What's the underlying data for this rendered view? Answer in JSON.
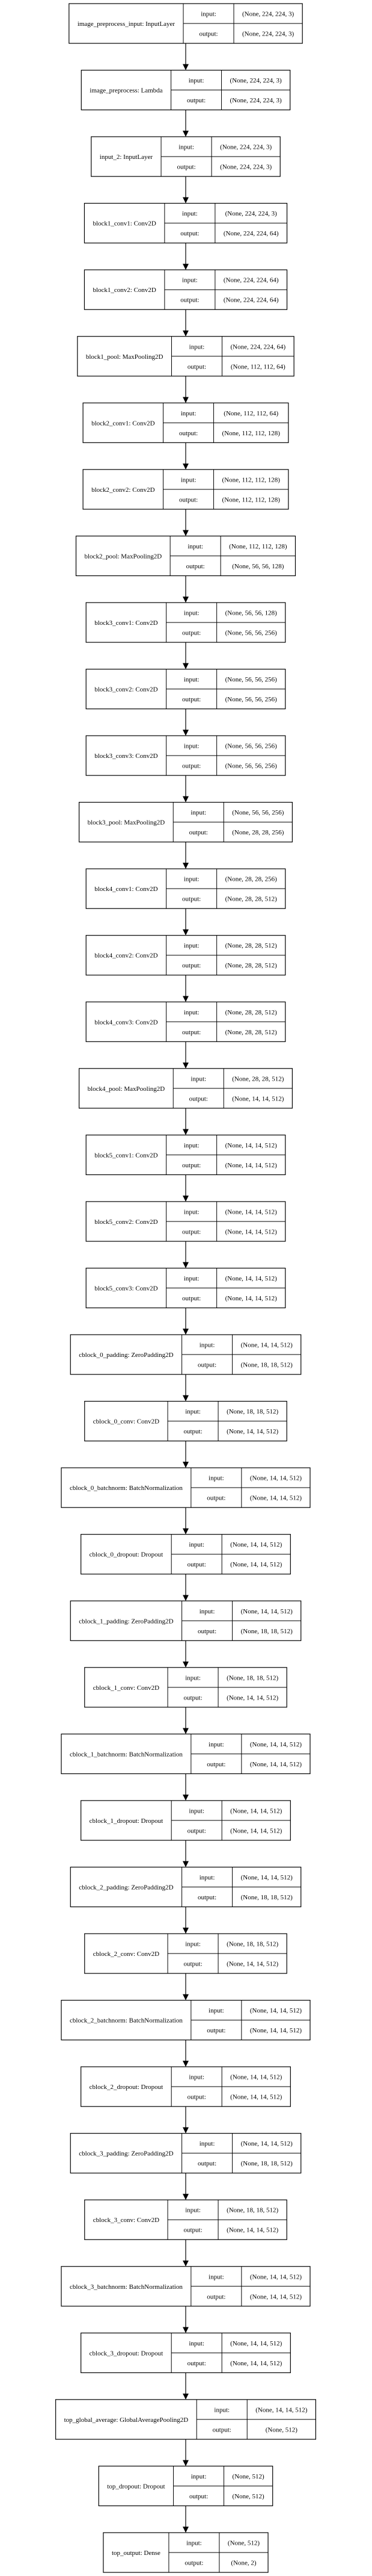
{
  "layers": [
    {
      "name": "image_preprocess_input: InputLayer",
      "in": "(None, 224, 224, 3)",
      "out": "(None, 224, 224, 3)"
    },
    {
      "name": "image_preprocess: Lambda",
      "in": "(None, 224, 224, 3)",
      "out": "(None, 224, 224, 3)"
    },
    {
      "name": "input_2: InputLayer",
      "in": "(None, 224, 224, 3)",
      "out": "(None, 224, 224, 3)"
    },
    {
      "name": "block1_conv1: Conv2D",
      "in": "(None, 224, 224, 3)",
      "out": "(None, 224, 224, 64)"
    },
    {
      "name": "block1_conv2: Conv2D",
      "in": "(None, 224, 224, 64)",
      "out": "(None, 224, 224, 64)"
    },
    {
      "name": "block1_pool: MaxPooling2D",
      "in": "(None, 224, 224, 64)",
      "out": "(None, 112, 112, 64)"
    },
    {
      "name": "block2_conv1: Conv2D",
      "in": "(None, 112, 112, 64)",
      "out": "(None, 112, 112, 128)"
    },
    {
      "name": "block2_conv2: Conv2D",
      "in": "(None, 112, 112, 128)",
      "out": "(None, 112, 112, 128)"
    },
    {
      "name": "block2_pool: MaxPooling2D",
      "in": "(None, 112, 112, 128)",
      "out": "(None, 56, 56, 128)"
    },
    {
      "name": "block3_conv1: Conv2D",
      "in": "(None, 56, 56, 128)",
      "out": "(None, 56, 56, 256)"
    },
    {
      "name": "block3_conv2: Conv2D",
      "in": "(None, 56, 56, 256)",
      "out": "(None, 56, 56, 256)"
    },
    {
      "name": "block3_conv3: Conv2D",
      "in": "(None, 56, 56, 256)",
      "out": "(None, 56, 56, 256)"
    },
    {
      "name": "block3_pool: MaxPooling2D",
      "in": "(None, 56, 56, 256)",
      "out": "(None, 28, 28, 256)"
    },
    {
      "name": "block4_conv1: Conv2D",
      "in": "(None, 28, 28, 256)",
      "out": "(None, 28, 28, 512)"
    },
    {
      "name": "block4_conv2: Conv2D",
      "in": "(None, 28, 28, 512)",
      "out": "(None, 28, 28, 512)"
    },
    {
      "name": "block4_conv3: Conv2D",
      "in": "(None, 28, 28, 512)",
      "out": "(None, 28, 28, 512)"
    },
    {
      "name": "block4_pool: MaxPooling2D",
      "in": "(None, 28, 28, 512)",
      "out": "(None, 14, 14, 512)"
    },
    {
      "name": "block5_conv1: Conv2D",
      "in": "(None, 14, 14, 512)",
      "out": "(None, 14, 14, 512)"
    },
    {
      "name": "block5_conv2: Conv2D",
      "in": "(None, 14, 14, 512)",
      "out": "(None, 14, 14, 512)"
    },
    {
      "name": "block5_conv3: Conv2D",
      "in": "(None, 14, 14, 512)",
      "out": "(None, 14, 14, 512)"
    },
    {
      "name": "cblock_0_padding: ZeroPadding2D",
      "in": "(None, 14, 14, 512)",
      "out": "(None, 18, 18, 512)"
    },
    {
      "name": "cblock_0_conv: Conv2D",
      "in": "(None, 18, 18, 512)",
      "out": "(None, 14, 14, 512)"
    },
    {
      "name": "cblock_0_batchnorm: BatchNormalization",
      "in": "(None, 14, 14, 512)",
      "out": "(None, 14, 14, 512)"
    },
    {
      "name": "cblock_0_dropout: Dropout",
      "in": "(None, 14, 14, 512)",
      "out": "(None, 14, 14, 512)"
    },
    {
      "name": "cblock_1_padding: ZeroPadding2D",
      "in": "(None, 14, 14, 512)",
      "out": "(None, 18, 18, 512)"
    },
    {
      "name": "cblock_1_conv: Conv2D",
      "in": "(None, 18, 18, 512)",
      "out": "(None, 14, 14, 512)"
    },
    {
      "name": "cblock_1_batchnorm: BatchNormalization",
      "in": "(None, 14, 14, 512)",
      "out": "(None, 14, 14, 512)"
    },
    {
      "name": "cblock_1_dropout: Dropout",
      "in": "(None, 14, 14, 512)",
      "out": "(None, 14, 14, 512)"
    },
    {
      "name": "cblock_2_padding: ZeroPadding2D",
      "in": "(None, 14, 14, 512)",
      "out": "(None, 18, 18, 512)"
    },
    {
      "name": "cblock_2_conv: Conv2D",
      "in": "(None, 18, 18, 512)",
      "out": "(None, 14, 14, 512)"
    },
    {
      "name": "cblock_2_batchnorm: BatchNormalization",
      "in": "(None, 14, 14, 512)",
      "out": "(None, 14, 14, 512)"
    },
    {
      "name": "cblock_2_dropout: Dropout",
      "in": "(None, 14, 14, 512)",
      "out": "(None, 14, 14, 512)"
    },
    {
      "name": "cblock_3_padding: ZeroPadding2D",
      "in": "(None, 14, 14, 512)",
      "out": "(None, 18, 18, 512)"
    },
    {
      "name": "cblock_3_conv: Conv2D",
      "in": "(None, 18, 18, 512)",
      "out": "(None, 14, 14, 512)"
    },
    {
      "name": "cblock_3_batchnorm: BatchNormalization",
      "in": "(None, 14, 14, 512)",
      "out": "(None, 14, 14, 512)"
    },
    {
      "name": "cblock_3_dropout: Dropout",
      "in": "(None, 14, 14, 512)",
      "out": "(None, 14, 14, 512)"
    },
    {
      "name": "top_global_average: GlobalAveragePooling2D",
      "in": "(None, 14, 14, 512)",
      "out": "(None, 512)"
    },
    {
      "name": "top_dropout: Dropout",
      "in": "(None, 512)",
      "out": "(None, 512)"
    },
    {
      "name": "top_output: Dense",
      "in": "(None, 512)",
      "out": "(None, 2)"
    }
  ],
  "port_labels": {
    "input": "input:",
    "output": "output:"
  }
}
